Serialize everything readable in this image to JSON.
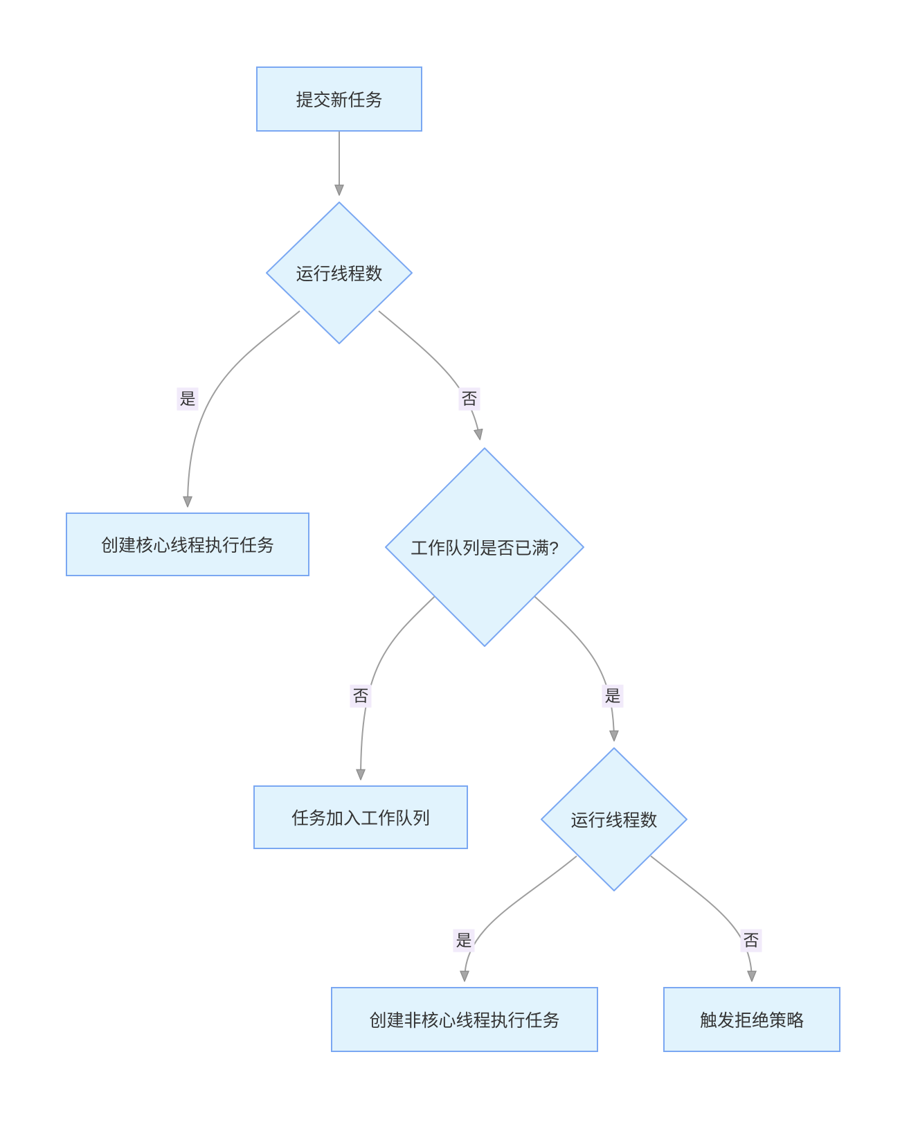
{
  "diagram": {
    "type": "flowchart",
    "direction": "top-down",
    "colors": {
      "node_fill": "#e1f3fd",
      "node_border": "#7aa7f2",
      "edge_line": "#9e9e9e",
      "arrowhead": "#a6a6a6",
      "edge_label_bg": "#f1eafa",
      "text": "#333333",
      "background": "#ffffff"
    },
    "nodes": [
      {
        "id": "A",
        "shape": "rect",
        "label": "提交新任务"
      },
      {
        "id": "B",
        "shape": "diamond",
        "label": "运行线程数"
      },
      {
        "id": "C",
        "shape": "rect",
        "label": "创建核心线程执行任务"
      },
      {
        "id": "D",
        "shape": "diamond",
        "label": "工作队列是否已满?"
      },
      {
        "id": "E",
        "shape": "rect",
        "label": "任务加入工作队列"
      },
      {
        "id": "F",
        "shape": "diamond",
        "label": "运行线程数"
      },
      {
        "id": "G",
        "shape": "rect",
        "label": "创建非核心线程执行任务"
      },
      {
        "id": "H",
        "shape": "rect",
        "label": "触发拒绝策略"
      }
    ],
    "edges": [
      {
        "from": "A",
        "to": "B",
        "label": ""
      },
      {
        "from": "B",
        "to": "C",
        "label": "是"
      },
      {
        "from": "B",
        "to": "D",
        "label": "否"
      },
      {
        "from": "D",
        "to": "E",
        "label": "否"
      },
      {
        "from": "D",
        "to": "F",
        "label": "是"
      },
      {
        "from": "F",
        "to": "G",
        "label": "是"
      },
      {
        "from": "F",
        "to": "H",
        "label": "否"
      }
    ]
  }
}
